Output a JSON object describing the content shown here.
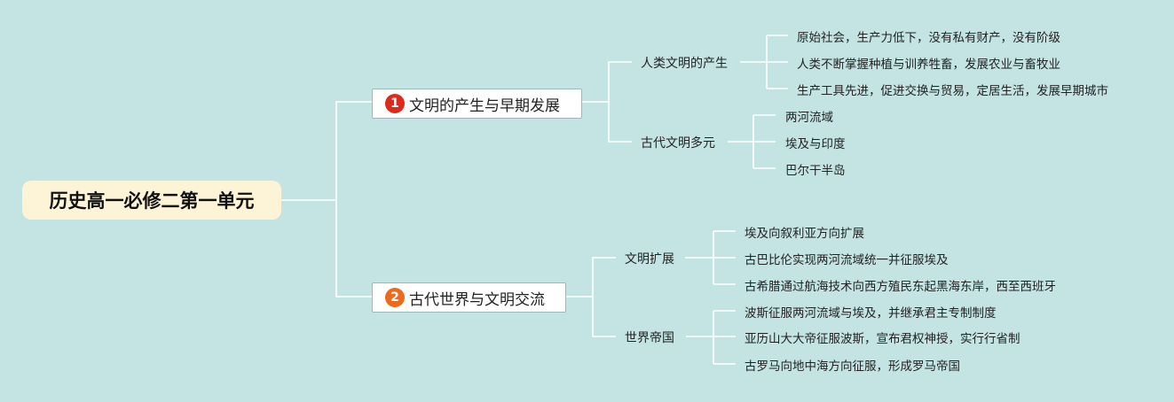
{
  "root": {
    "title": "历史高一必修二第一单元"
  },
  "branches": [
    {
      "number": "1",
      "color": "#dd2a1b",
      "label": "文明的产生与早期发展",
      "subtopics": [
        {
          "label": "人类文明的产生",
          "items": [
            "原始社会，生产力低下，没有私有财产，没有阶级",
            "人类不断掌握种植与训养牲畜，发展农业与畜牧业",
            "生产工具先进，促进交换与贸易，定居生活，发展早期城市"
          ]
        },
        {
          "label": "古代文明多元",
          "items": [
            "两河流域",
            "埃及与印度",
            "巴尔干半岛"
          ]
        }
      ]
    },
    {
      "number": "2",
      "color": "#ec6a1d",
      "label": "古代世界与文明交流",
      "subtopics": [
        {
          "label": "文明扩展",
          "items": [
            "埃及向叙利亚方向扩展",
            "古巴比伦实现两河流域统一并征服埃及",
            "古希腊通过航海技术向西方殖民东起黑海东岸，西至西班牙"
          ]
        },
        {
          "label": "世界帝国",
          "items": [
            "波斯征服两河流域与埃及，并继承君主专制制度",
            "亚历山大大帝征服波斯，宣布君权神授，实行行省制",
            "古罗马向地中海方向征服，形成罗马帝国"
          ]
        }
      ]
    }
  ]
}
